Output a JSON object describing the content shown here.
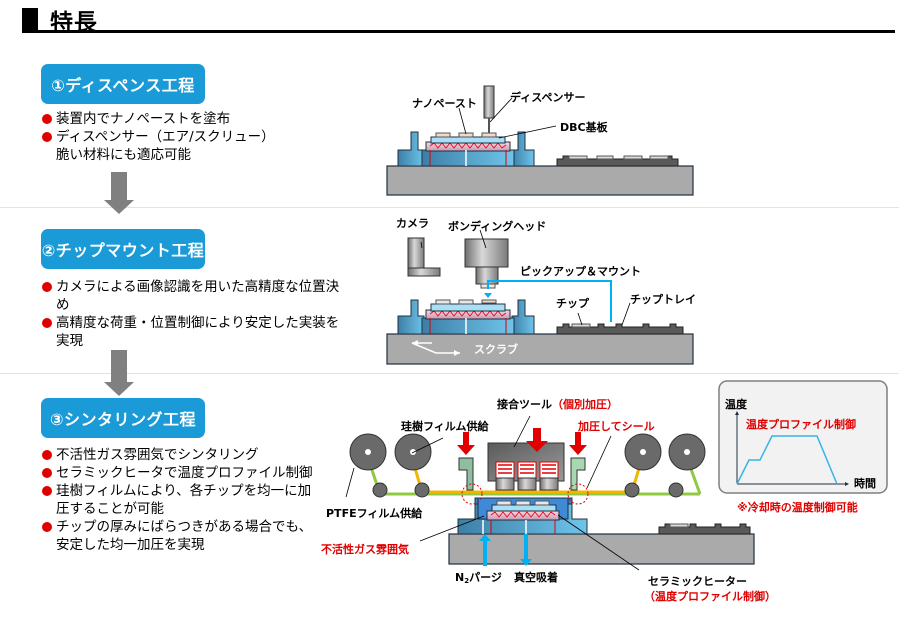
{
  "header": {
    "title": "特長"
  },
  "steps": [
    {
      "label": "①ディスペンス工程",
      "bullets": [
        {
          "lines": [
            "装置内でナノペーストを塗布"
          ]
        },
        {
          "lines": [
            "ディスペンサー（エア/スクリュー）",
            "脆い材料にも適応可能"
          ]
        }
      ]
    },
    {
      "label": "②チップマウント工程",
      "bullets": [
        {
          "lines": [
            "カメラによる画像認識を用いた高精度な位置決",
            "め"
          ]
        },
        {
          "lines": [
            "高精度な荷重・位置制御により安定した実装を",
            "実現"
          ]
        }
      ]
    },
    {
      "label": "③シンタリング工程",
      "bullets": [
        {
          "lines": [
            "不活性ガス雰囲気でシンタリング"
          ]
        },
        {
          "lines": [
            "セラミックヒータで温度プロファイル制御"
          ]
        },
        {
          "lines": [
            "珪樹フィルムにより、各チップを均一に加",
            "圧することが可能"
          ]
        },
        {
          "lines": [
            "チップの厚みにばらつきがある場合でも、",
            "安定した均一加圧を実現"
          ]
        }
      ]
    }
  ],
  "diagram1": {
    "labels": {
      "nanopaste": "ナノペースト",
      "dispenser": "ディスペンサー",
      "dbc": "DBC基板"
    }
  },
  "diagram2": {
    "labels": {
      "camera": "カメラ",
      "bonding_head": "ボンディングヘッド",
      "pick_mount": "ピックアップ＆マウント",
      "chip": "チップ",
      "chip_tray": "チップトレイ",
      "scrub": "スクラブ"
    }
  },
  "diagram3": {
    "labels": {
      "bonding_tool": "接合ツール",
      "bonding_tool_note": "（個別加圧）",
      "silicone_film": "珪樹フィルム供給",
      "seal": "加圧してシール",
      "ptfe_film": "PTFEフィルム供給",
      "inert_gas": "不活性ガス雰囲気",
      "n2_purge_n": "N",
      "n2_purge_sub": "2",
      "n2_purge_rest": "パージ",
      "vacuum": "真空吸着",
      "heater": "セラミックヒーター",
      "heater_note": "（温度プロファイル制御）"
    }
  },
  "profile_inset": {
    "ylabel": "温度",
    "xlabel": "時間",
    "title": "温度プロファイル制御",
    "note": "※冷却時の温度制御可能"
  },
  "colors": {
    "accent": "#1a9ad6",
    "red": "#e00000",
    "cyan": "#00b0f0"
  }
}
